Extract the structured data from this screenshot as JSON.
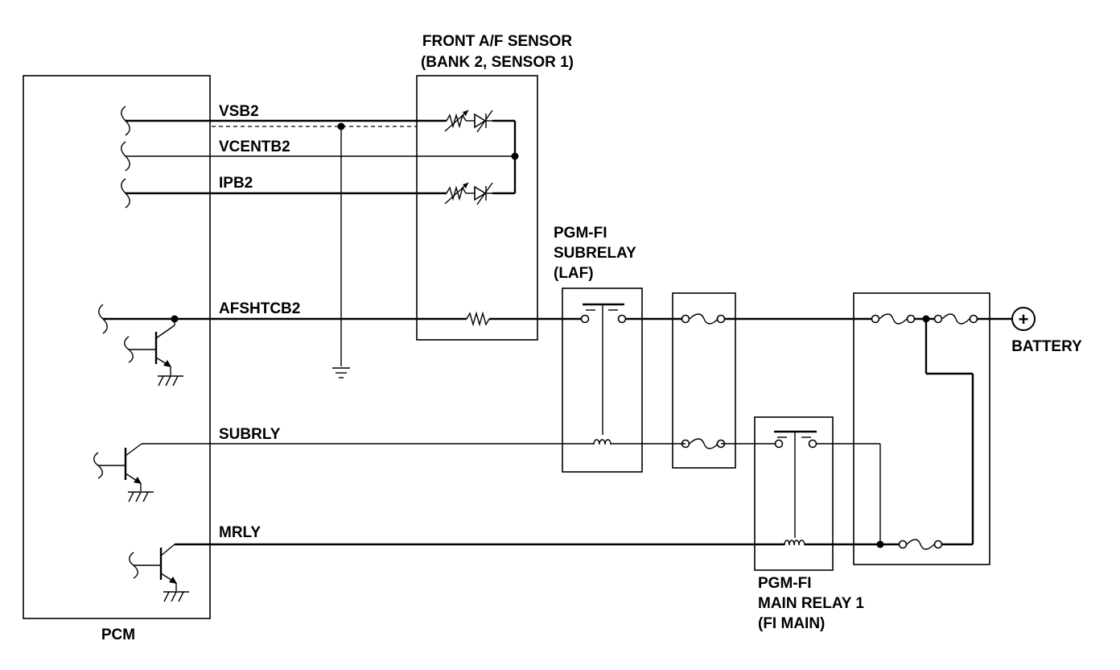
{
  "components": {
    "pcm": "PCM",
    "sensor": {
      "line1": "FRONT A/F SENSOR",
      "line2": "(BANK 2, SENSOR 1)"
    },
    "subrelay": {
      "line1": "PGM-FI",
      "line2": "SUBRELAY",
      "line3": "(LAF)"
    },
    "main_relay": {
      "line1": "PGM-FI",
      "line2": "MAIN RELAY 1",
      "line3": "(FI MAIN)"
    },
    "battery": "BATTERY",
    "battery_symbol": "+"
  },
  "wires": {
    "vsb2": "VSB2",
    "vcentb2": "VCENTB2",
    "ipb2": "IPB2",
    "afshtcb2": "AFSHTCB2",
    "subrly": "SUBRLY",
    "mrly": "MRLY"
  },
  "icons": [
    "ground-icon",
    "fuse-icon",
    "relay-coil-icon",
    "transistor-icon",
    "variable-resistor-icon",
    "heater-resistor-icon",
    "battery-terminal-icon"
  ]
}
